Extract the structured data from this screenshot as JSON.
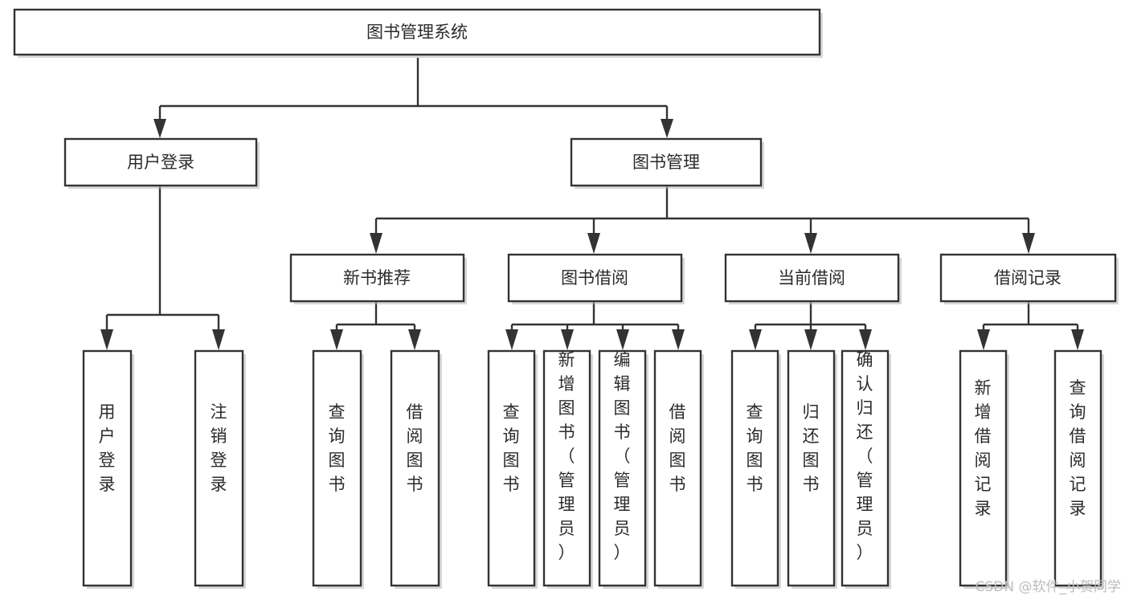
{
  "diagram": {
    "type": "tree-hierarchy",
    "title": "图书管理系统",
    "root": {
      "id": "root",
      "label": "图书管理系统",
      "orientation": "horizontal"
    },
    "level2": [
      {
        "id": "user-login",
        "label": "用户登录",
        "orientation": "horizontal"
      },
      {
        "id": "book-management",
        "label": "图书管理",
        "orientation": "horizontal"
      }
    ],
    "level3": [
      {
        "id": "new-book-recommend",
        "label": "新书推荐",
        "parent": "book-management",
        "orientation": "horizontal"
      },
      {
        "id": "book-borrow",
        "label": "图书借阅",
        "parent": "book-management",
        "orientation": "horizontal"
      },
      {
        "id": "current-borrow",
        "label": "当前借阅",
        "parent": "book-management",
        "orientation": "horizontal"
      },
      {
        "id": "borrow-record",
        "label": "借阅记录",
        "parent": "book-management",
        "orientation": "horizontal"
      }
    ],
    "leaves": [
      {
        "id": "leaf-user-login",
        "label": "用户登录",
        "parent": "user-login",
        "orientation": "vertical"
      },
      {
        "id": "leaf-logout-login",
        "label": "注销登录",
        "parent": "user-login",
        "orientation": "vertical"
      },
      {
        "id": "leaf-query-book-1",
        "label": "查询图书",
        "parent": "new-book-recommend",
        "orientation": "vertical"
      },
      {
        "id": "leaf-borrow-book-1",
        "label": "借阅图书",
        "parent": "new-book-recommend",
        "orientation": "vertical"
      },
      {
        "id": "leaf-query-book-2",
        "label": "查询图书",
        "parent": "book-borrow",
        "orientation": "vertical"
      },
      {
        "id": "leaf-add-book",
        "label": "新增图书（管理员）",
        "parent": "book-borrow",
        "orientation": "vertical"
      },
      {
        "id": "leaf-edit-book",
        "label": "编辑图书（管理员）",
        "parent": "book-borrow",
        "orientation": "vertical"
      },
      {
        "id": "leaf-borrow-book-2",
        "label": "借阅图书",
        "parent": "book-borrow",
        "orientation": "vertical"
      },
      {
        "id": "leaf-query-book-3",
        "label": "查询图书",
        "parent": "current-borrow",
        "orientation": "vertical"
      },
      {
        "id": "leaf-return-book",
        "label": "归还图书",
        "parent": "current-borrow",
        "orientation": "vertical"
      },
      {
        "id": "leaf-confirm-return",
        "label": "确认归还（管理员）",
        "parent": "current-borrow",
        "orientation": "vertical"
      },
      {
        "id": "leaf-add-record",
        "label": "新增借阅记录",
        "parent": "borrow-record",
        "orientation": "vertical"
      },
      {
        "id": "leaf-query-record",
        "label": "查询借阅记录",
        "parent": "borrow-record",
        "orientation": "vertical"
      }
    ]
  },
  "watermark": {
    "text": "CSDN @软件_小贺同学"
  },
  "colors": {
    "stroke": "#333333",
    "fill": "#ffffff",
    "text": "#2b2b2b",
    "shadow": "#b8b8b8",
    "watermark": "#bcbcbc",
    "background": "#ffffff"
  }
}
